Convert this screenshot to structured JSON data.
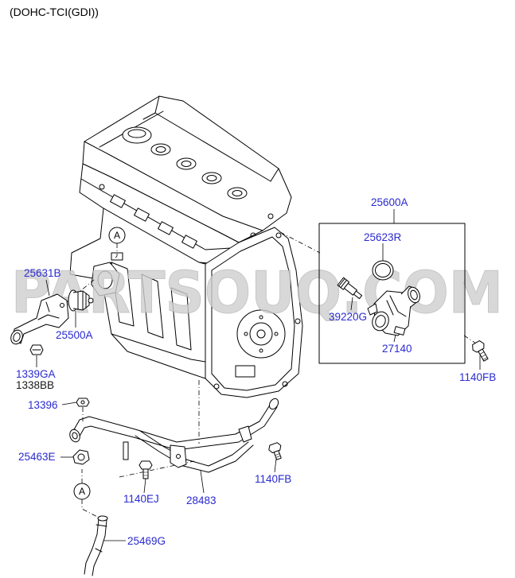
{
  "title": "(DOHC-TCI(GDI))",
  "watermark": "PARTSOUQ.COM",
  "colors": {
    "part_label": "#2a2ad0",
    "secondary_label": "#1a1a1a",
    "line_art": "#000000",
    "watermark": "#cfcfcf"
  },
  "reference_markers": {
    "top": "A",
    "bottom": "A"
  },
  "part_labels": {
    "box_assembly": "25600A",
    "o_ring": "25623R",
    "sensor": "39220G",
    "housing": "27140",
    "housing_bolt": "1140FB",
    "outlet_fitting": "25631B",
    "thermostat": "25500A",
    "fitting_bolt": "1339GA",
    "fitting_bolt_alt": "1338BB",
    "pipe_nut": "13396",
    "pipe_gasket": "25463E",
    "pipe_bolt_left": "1140EJ",
    "water_pipe": "28483",
    "pipe_bolt_right": "1140FB",
    "hose": "25469G"
  }
}
